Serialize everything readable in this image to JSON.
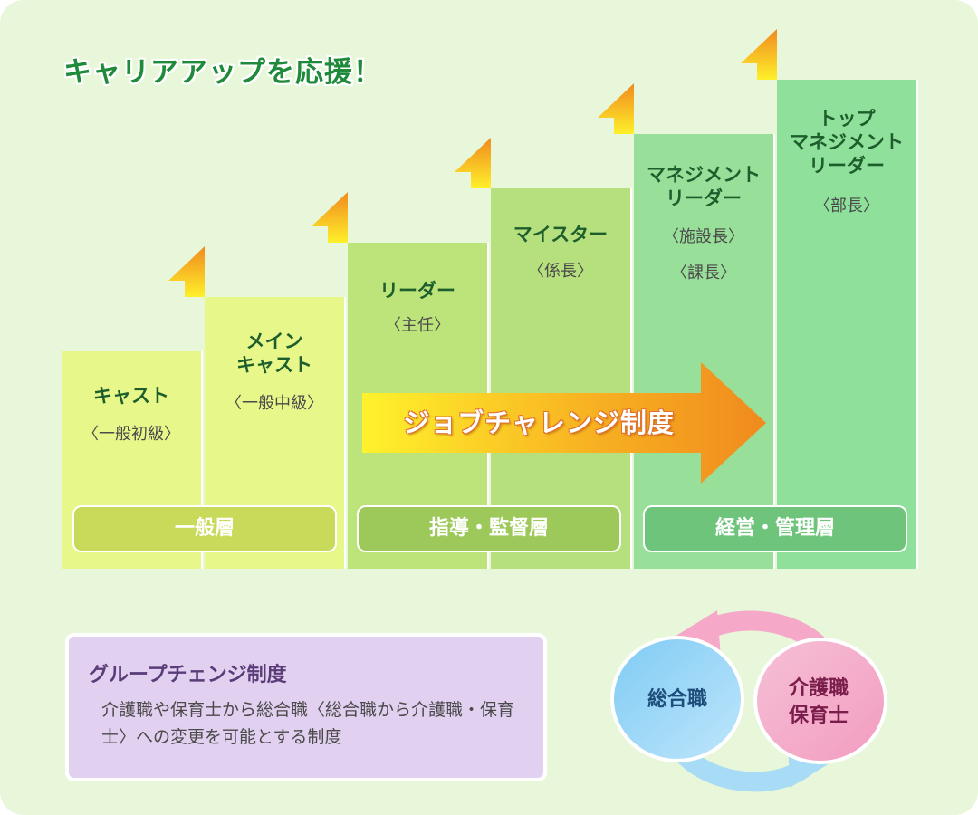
{
  "title": "キャリアアップを応援！",
  "steps": [
    {
      "name": "キャスト",
      "sub": [
        "〈一般初級〉"
      ]
    },
    {
      "name": "メイン\nキャスト",
      "sub": [
        "〈一般中級〉"
      ]
    },
    {
      "name": "リーダー",
      "sub": [
        "〈主任〉"
      ]
    },
    {
      "name": "マイスター",
      "sub": [
        "〈係長〉"
      ]
    },
    {
      "name": "マネジメント\nリーダー",
      "sub": [
        "〈施設長〉",
        "〈課長〉"
      ]
    },
    {
      "name": "トップ\nマネジメント\nリーダー",
      "sub": [
        "〈部長〉"
      ]
    }
  ],
  "layers": {
    "general": "一般層",
    "supervisory": "指導・監督層",
    "management": "経営・管理層"
  },
  "job_challenge": "ジョブチャレンジ制度",
  "group_change": {
    "title": "グループチェンジ制度",
    "description": "介護職や保育士から総合職〈総合職から介護職・保育士〉への変更を可能とする制度"
  },
  "cycle": {
    "left": "総合職",
    "right": "介護職\n保育士"
  },
  "colors": {
    "title": "#1f8a3a",
    "step_fills": [
      "#e8f78a",
      "#e8f78a",
      "#bde47a",
      "#b6e07d",
      "#98e09a",
      "#8ee09a"
    ],
    "layer_general": "#c9d95a",
    "layer_supervisory": "#9cc95a",
    "layer_management": "#6ec47a",
    "arrow_start": "#fff02a",
    "arrow_end": "#f08a1e",
    "blue_circle": "#8fd0f4",
    "pink_circle": "#f4a8c8"
  }
}
